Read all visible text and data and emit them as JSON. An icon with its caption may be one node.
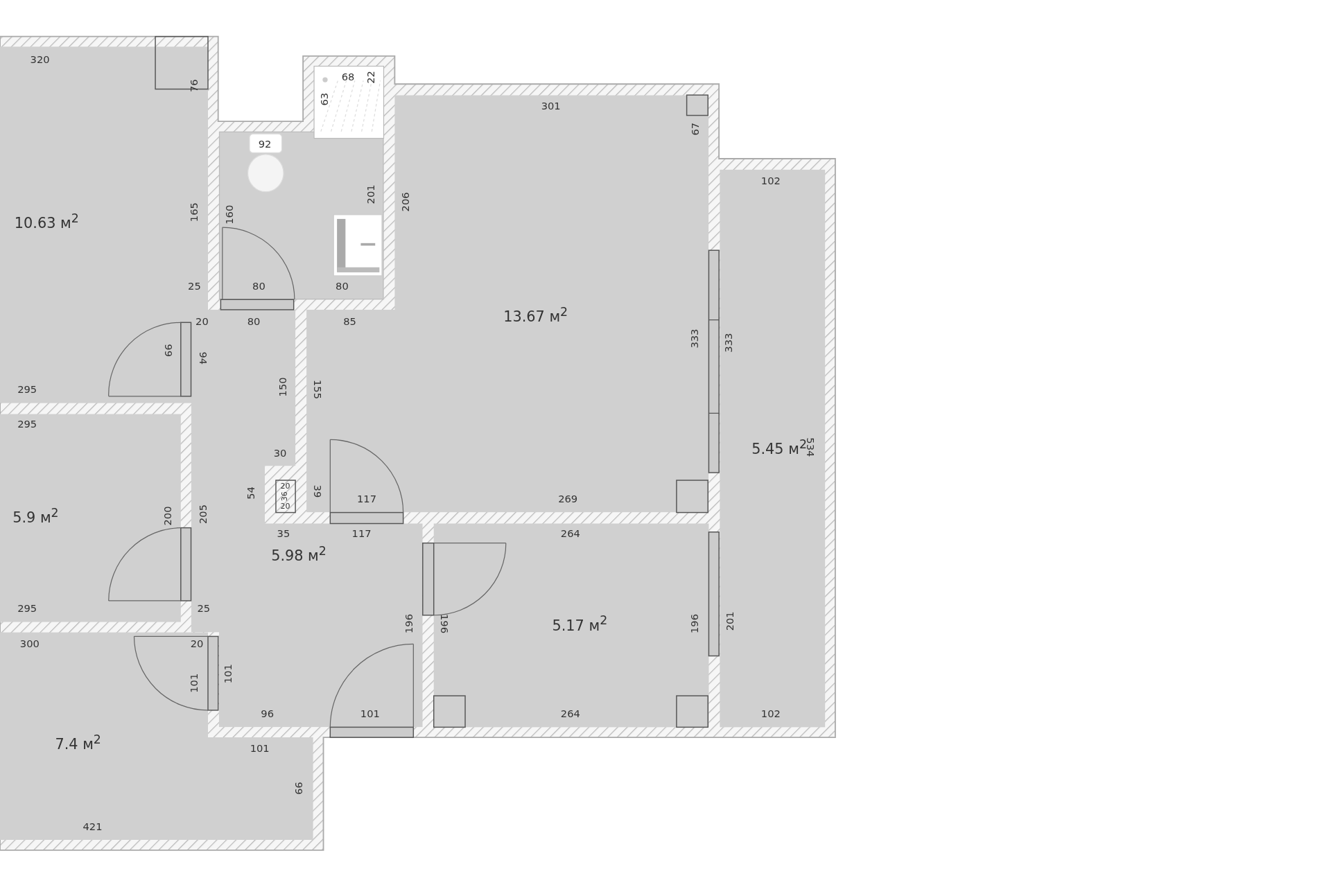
{
  "diagram": {
    "nodes": [
      {
        "text": [
          "10.63 м$^{2}$"
        ]
      },
      {
        "text": [],
        "shape": "box"
      },
      {
        "text": [
          "13.67 м$^{2}$"
        ]
      },
      {
        "text": [
          "5.45 м$^{2}$"
        ]
      },
      {
        "text": [
          "5.9 м$^{2}$"
        ]
      },
      {
        "text": [
          "5.98 м$^{2}$"
        ]
      },
      {
        "text": [
          "5.17 м$^{2}$"
        ]
      },
      {
        "text": [
          "7.4 м$^{2}$"
        ]
      }
    ],
    "labels": [
      "320",
      "68",
      "22",
      "76",
      "63",
      "301",
      "67",
      "92",
      "102",
      "201",
      "206",
      "165",
      "160",
      "25",
      "80",
      "80",
      "20",
      "80",
      "85",
      "333",
      "333",
      "99",
      "94",
      "150",
      "155",
      "295",
      "295",
      "534",
      "30",
      "54",
      "20",
      "36",
      "20",
      "39",
      "117",
      "269",
      "200",
      "205",
      "35",
      "117",
      "264",
      "295",
      "25",
      "196",
      "196",
      "196",
      "201",
      "300",
      "20",
      "101",
      "101",
      "96",
      "101",
      "264",
      "102",
      "101",
      "99",
      "421"
    ]
  }
}
